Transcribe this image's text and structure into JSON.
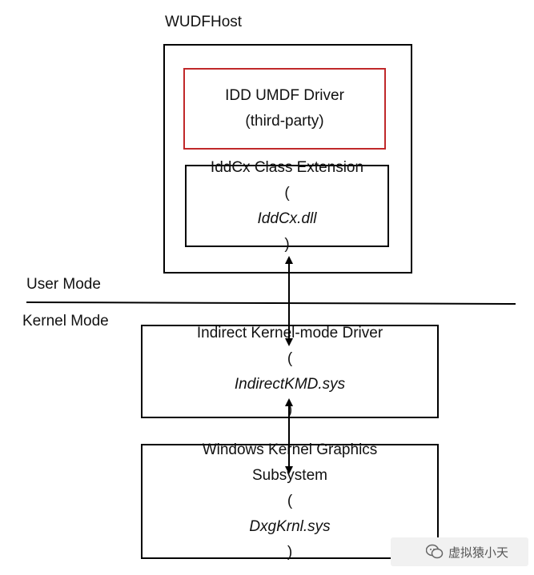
{
  "labels": {
    "host": "WUDFHost",
    "user_mode": "User Mode",
    "kernel_mode": "Kernel Mode"
  },
  "boxes": {
    "idd_driver": {
      "line1": "IDD UMDF Driver",
      "line2": "(third-party)"
    },
    "iddcx": {
      "line1": "IddCx Class Extension",
      "line2": "IddCx.dll"
    },
    "indirect_kmd": {
      "line1": "Indirect Kernel-mode Driver",
      "line2": "IndirectKMD.sys"
    },
    "dxgkrnl": {
      "line1": "Windows Kernel Graphics",
      "line2": "Subsystem",
      "line3": "DxgKrnl.sys"
    }
  },
  "watermark": {
    "text": "虚拟猿小天"
  },
  "colors": {
    "red_border": "#c0282a",
    "line": "#000000"
  }
}
